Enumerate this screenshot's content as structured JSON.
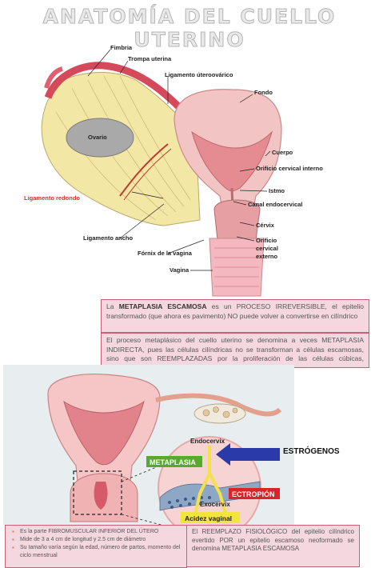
{
  "title": "ANATOMÍA DEL CUELLO UTERINO",
  "labels": {
    "fimbria": "Fimbria",
    "trompa": "Trompa uterina",
    "ligamento_uteroovarico": "Ligamento úteroovárico",
    "fondo": "Fondo",
    "ovario": "Ovario",
    "cuerpo": "Cuerpo",
    "orificio_interno": "Orificio cervical interno",
    "istmo": "Istmo",
    "canal": "Canal endocervical",
    "ligamento_redondo": "Ligamento redondo",
    "cervix": "Cérvix",
    "ligamento_ancho": "Ligamento ancho",
    "orificio_externo_1": "Orificio",
    "orificio_externo_2": "cervical",
    "orificio_externo_3": "externo",
    "fornix": "Fórnix de la vagina",
    "vagina": "Vagina"
  },
  "box1": {
    "pre": "La",
    "highlight": "METAPLASIA ESCAMOSA",
    "post": "es un PROCESO IRREVERSIBLE, el epitelio transformado (que ahora es pavimento) NO puede volver a convertirse en cilíndrico"
  },
  "box2": {
    "text": "El proceso metaplásico del cuello uterino se denomina a veces METAPLASIA INDIRECTA, pues las células cilíndricas no se transforman a células escamosas, sino que son REEMPLAZADAS por la proliferación de las células cúbicas, subcilíndricas de reserva"
  },
  "diagram2": {
    "endocervix": "Endocervix",
    "estrogenos": "ESTRÓGENOS",
    "metaplasia": "METAPLASIA",
    "ectropion": "ECTROPIÓN",
    "exocervix": "Exocervix",
    "acidez": "Acidez vaginal"
  },
  "box3": {
    "text": "El REEMPLAZO FISIOLÓGICO del epitelio cilíndrico evertido POR un epitelio escamoso neoformado se denomina METAPLASIA ESCAMOSA"
  },
  "box4": {
    "items": [
      "Es la parte FIBROMUSCULAR INFERIOR DEL ÚTERO",
      "Mide de 3 a 4 cm de longitud y 2.5 cm de diámetro",
      "Su tamaño varía según la edad, número de partos, momento del ciclo menstrual"
    ]
  },
  "colors": {
    "pink_bg": "#f5d8df",
    "pink_border": "#c66077",
    "metaplasia_green": "#5aa832",
    "ectropion_red": "#d8242a",
    "acidez_yellow": "#f2e43a",
    "estrogen_blue": "#2a3aa8"
  }
}
